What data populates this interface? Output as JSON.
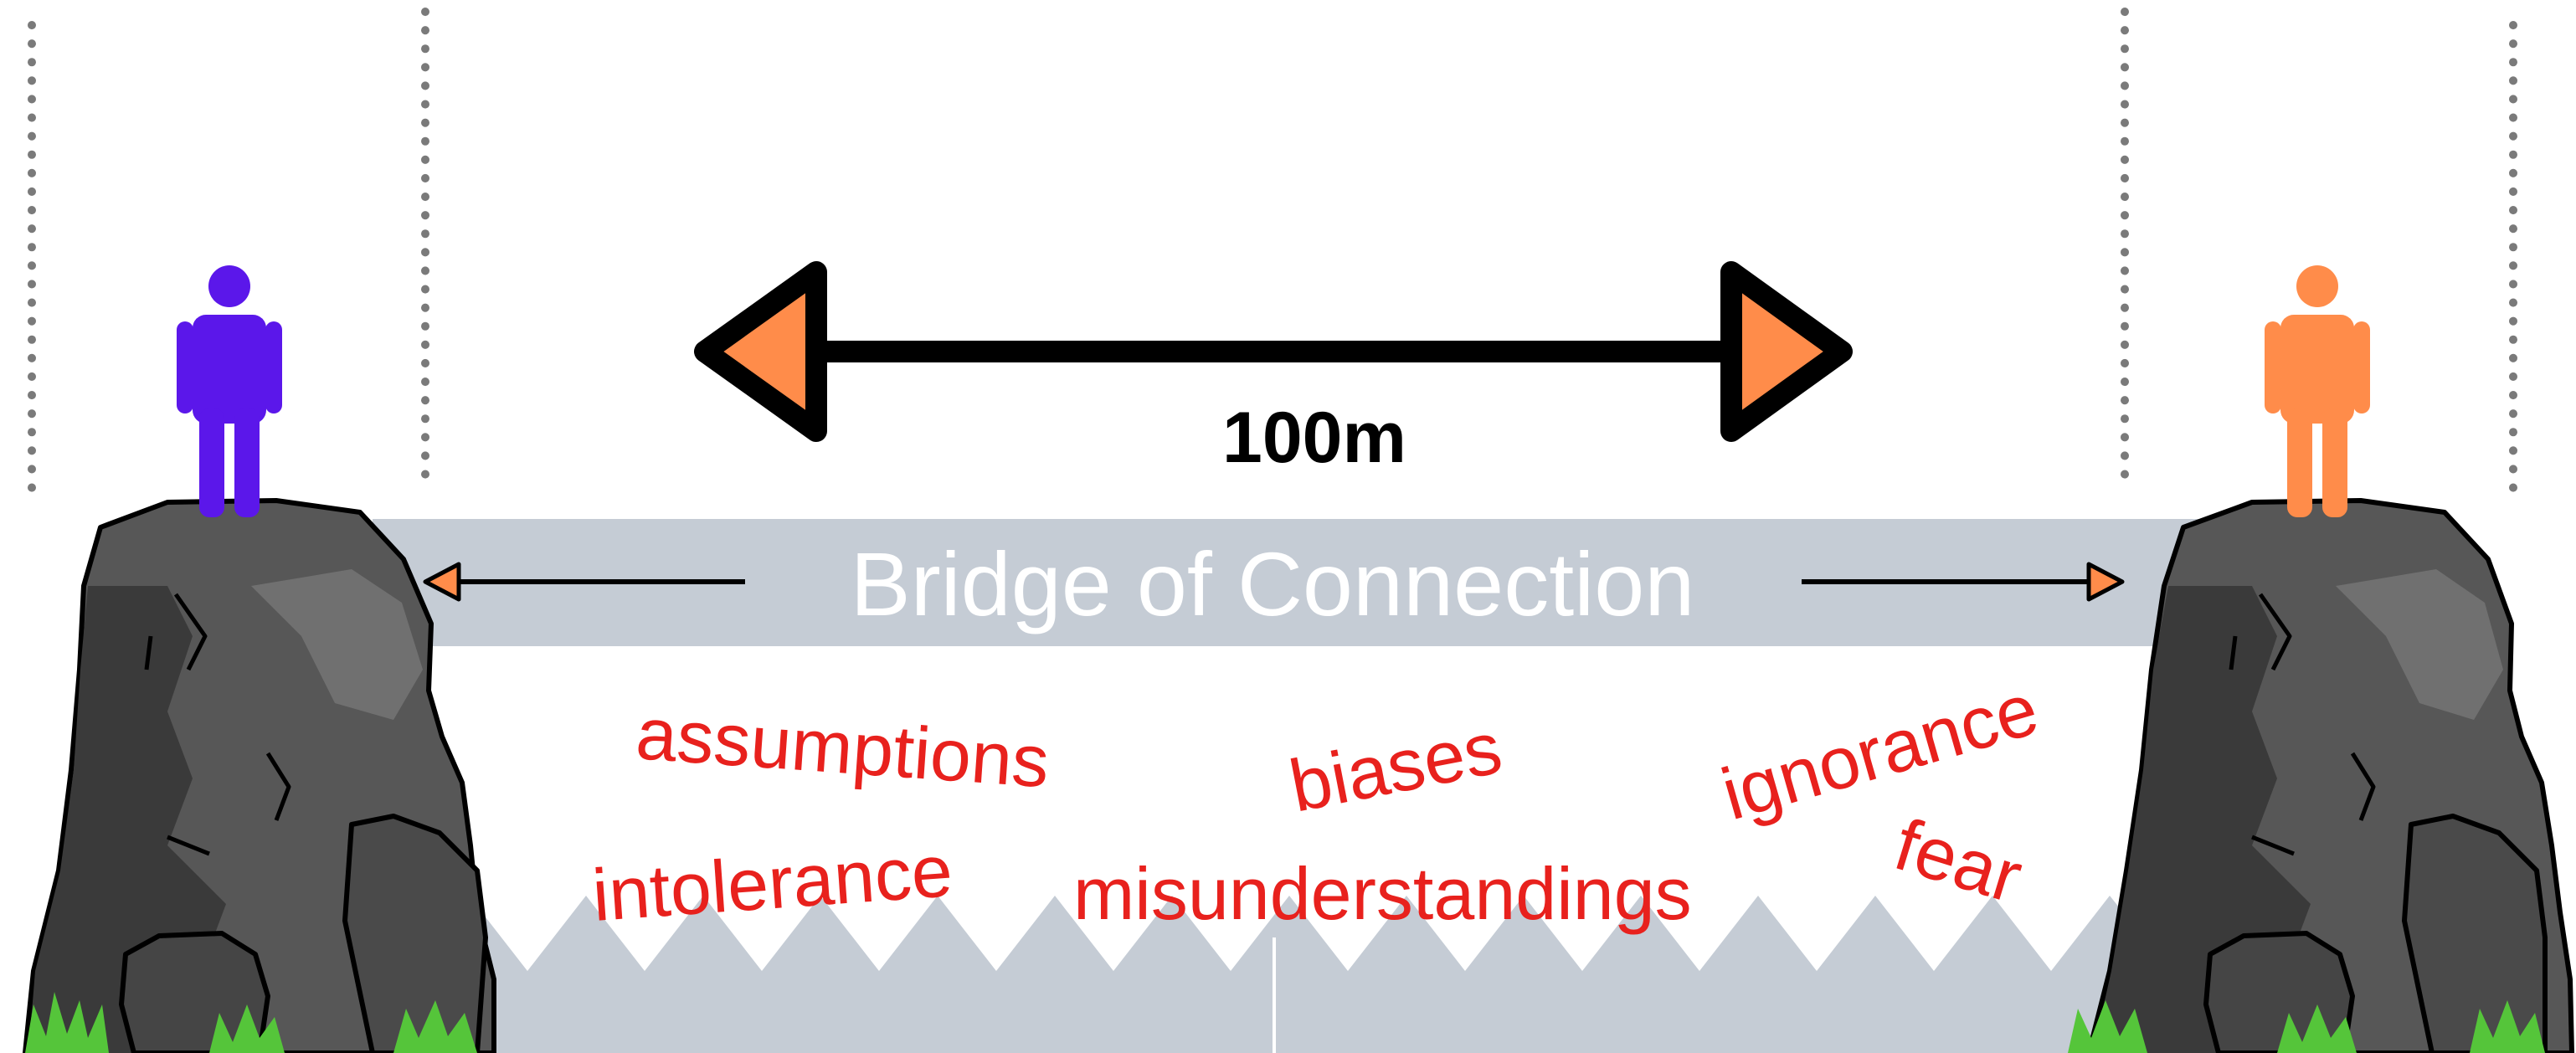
{
  "distance": {
    "label": "100m"
  },
  "bridge": {
    "label": "Bridge of Connection",
    "color": "#c5ccd5"
  },
  "barriers": [
    {
      "text": "assumptions"
    },
    {
      "text": "biases"
    },
    {
      "text": "ignorance"
    },
    {
      "text": "intolerance"
    },
    {
      "text": "misunderstandings"
    },
    {
      "text": "fear"
    }
  ],
  "people": {
    "left": {
      "color": "#5b17ea"
    },
    "right": {
      "color": "#ff8c4a"
    }
  },
  "colors": {
    "barrier_text": "#e8211d",
    "arrowhead_fill": "#ff8c4a",
    "rock_dark": "#3a3a3a",
    "rock_mid": "#575757",
    "rock_light": "#707070",
    "grass": "#55c53a",
    "spikes": "#c5ccd5",
    "guide_dots": "#7a7a7a"
  }
}
